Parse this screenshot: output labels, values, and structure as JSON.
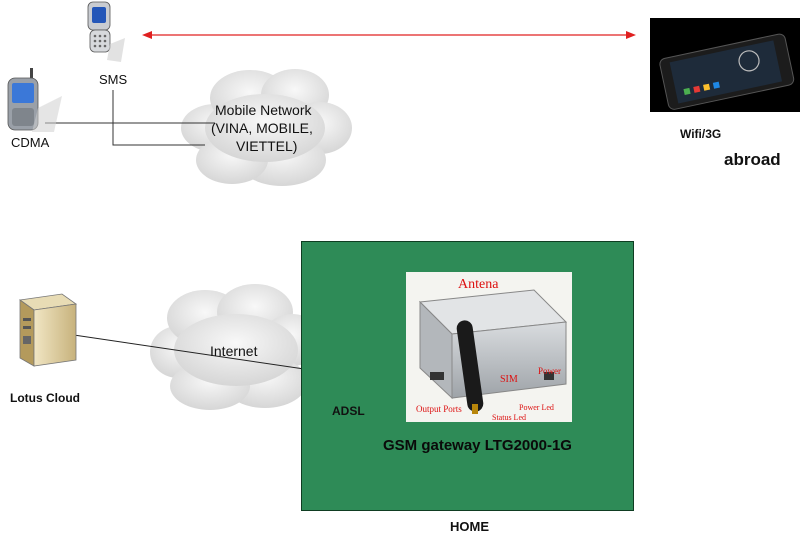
{
  "labels": {
    "sms": "SMS",
    "cdma": "CDMA",
    "mobile_network": [
      "Mobile Network",
      "(VINA, MOBILE,",
      "VIETTEL)"
    ],
    "wifi": "Wifi/3G",
    "abroad": "abroad",
    "internet": "Internet",
    "lotus_cloud": "Lotus Cloud",
    "adsl": "ADSL",
    "gateway": "GSM gateway LTG2000-1G",
    "home": "HOME"
  },
  "device_labels": {
    "antena": "Antena",
    "sim": "SIM",
    "power": "Power",
    "output_ports": "Output Ports",
    "power_led": "Power Led",
    "status_led": "Status Led"
  },
  "colors": {
    "home_bg": "#2e8b57",
    "link_red": "#e02020",
    "line": "#333333",
    "cloud": "#e9e9e9"
  },
  "icons": [
    "flip-phone-icon",
    "cdma-phone-icon",
    "smartphone-icon",
    "server-icon",
    "adsl-modem-icon",
    "gsm-gateway-device-icon",
    "antenna-icon",
    "cloud-icon"
  ]
}
